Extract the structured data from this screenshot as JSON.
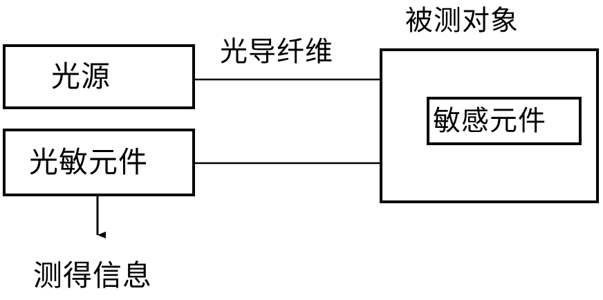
{
  "object": {
    "title": "被测对象"
  },
  "fiber": {
    "label": "光导纤维"
  },
  "source": {
    "label": "光源"
  },
  "detector": {
    "label": "光敏元件"
  },
  "sensor": {
    "label": "敏感元件"
  },
  "output": {
    "label": "测得信息"
  },
  "colors": {
    "line": "#000000",
    "background": "#ffffff"
  }
}
